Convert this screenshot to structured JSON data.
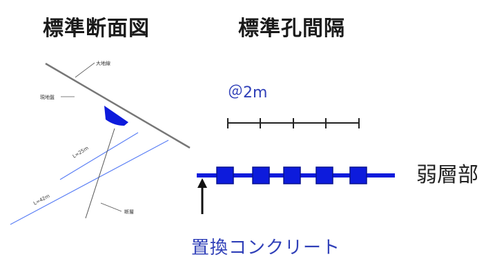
{
  "titles": {
    "left": "標準断面図",
    "right": "標準孔間隔"
  },
  "section": {
    "label_top": "大地線",
    "label_ground": "現地盤",
    "label_bottom": "断層",
    "bore_short": "L=25m",
    "bore_long": "L=42m"
  },
  "spacing": {
    "label": "＠2m",
    "ticks": 5
  },
  "weak_layer": {
    "label": "弱層部",
    "blocks": 5,
    "color": "#0d1bdc"
  },
  "replacement": {
    "label": "置換コンクリート"
  }
}
